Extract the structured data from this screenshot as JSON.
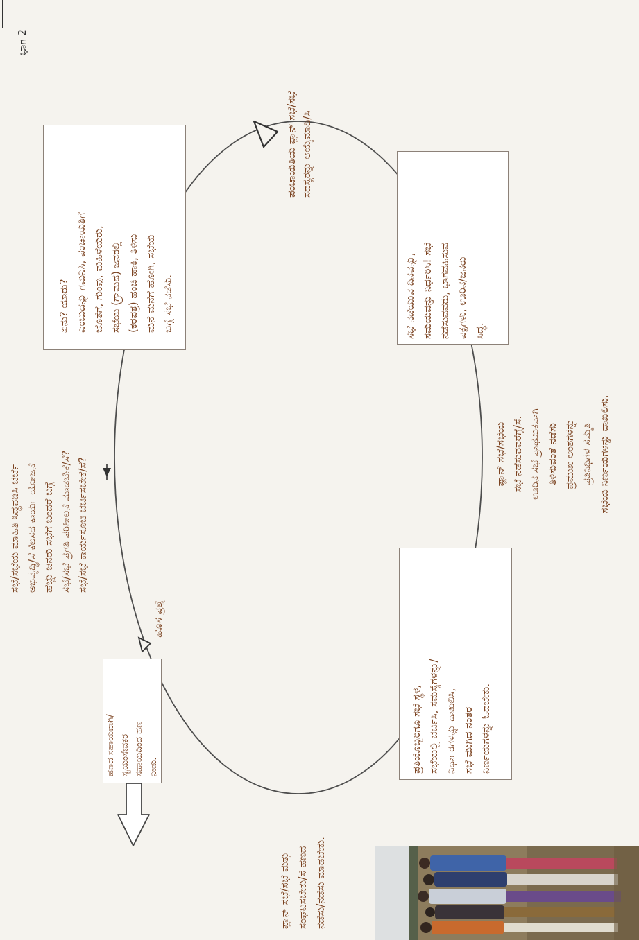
{
  "header": {
    "section": "ಭಾಗ 2"
  },
  "cycle": {
    "box_top_left": {
      "lines": [
        "ಏನು? ಯಾರು?",
        "ಎಂಬುದನ್ನು ಗಮನಿಸಿ, ಪಂಚಾಯತಿಗೆ",
        "ಜೊತೆಗೆ, ಗುಂಪು, ಮಹಿಳೆಯರು,",
        "ಸಭೆಯ (ಗ್ರಾಮದ) ಜನರಲ್ಲಿ",
        "(ಕರಪತ್ರ) ಹಂಚಿ ಹಾಕಿ, ತಿಳಿಸು",
        "ಮನೆ ಮನೆಗೆ ಹೋಗಿ, ಸಭೆಯ",
        "ಬಗ್ಗೆ ಸಭೆ ನಡೆಸು."
      ]
    },
    "box_top_right": {
      "lines": [
        "ಸಭೆ ನಡೆಯುವ ದಿನವನ್ನು,",
        "ಸಮಯವನ್ನು ನಿರ್ಧರಿಸಿ! ಸಭೆ",
        "ನಡೆಸುವವರು, ಭಾಗವಹಿಸುವ",
        "ಪಕ್ಷಗಳು, ಊರಿನ/ಜನರು",
        "ಸಿದ್ಧ."
      ]
    },
    "box_bottom_right": {
      "lines": [
        "ಪ್ರತಿಯೊಬ್ಬರಿಗೂ ಸಭೆ ಸ್ಥಳ,",
        "ಸಭೆಯಲ್ಲಿ ಚರ್ಚಿಸಿ, ಸಮಸ್ಯೆಗಳನ್ನು/",
        "ನಿರ್ಧಾರಗಳನ್ನು ದಾಖಲಿಸಿ,",
        "ಸಭೆ ಮುಗಿದ ನಂತರ",
        "ನಿರ್ಣಯಗಳನ್ನು ಓದಬೇಕು."
      ]
    },
    "box_bottom_left": {
      "lines": [
        "ಹಣದ ಸಹಾಯವಾಗಿ/",
        "ಸ್ವಯಂಸೇವಕರ",
        "ಸಹಾಯದಿಂದ ಹಣ",
        "ನೀಡು."
      ]
    }
  },
  "labels": {
    "top": [
      "ಪಂಚಾಯತಿಯ ಪ್ಲಾನ್ ಸಭೆ/ಸಭೆ",
      "ಸದಸ್ಯರನ್ನು ಆಯ್ಕೆಮಾಡಿ/ಸಿ"
    ],
    "right": [
      "ಪ್ಲಾನ್ ಸಭೆ/ಸಭೆಯ",
      "ಸಭೆ ನಡೆಸುವವರೆಗ್ಗೆ/ಸೆ.",
      "ಊರಿನ ಸಭೆ ಪ್ರಾಥಮಿಕವಾಗಿ",
      "ತಿಳಿಸುವಂತೆ ನಡೆಸು",
      "ಪ್ರಮುಖ ಅಂಶಗಳನ್ನು",
      "ಪ್ರತಿನಿಧಿಗಳ ಸಮ್ಮತಿ",
      "ಸಭೆಯ ನಿರ್ಣಯಗಳನ್ನು ದಾಖಲಿಸು."
    ],
    "bottom": [
      "ಪ್ಲಾನ್ ಸಭೆ/ಸಭೆ ಮತ್ತು",
      "ಸಂಘಟಿಸಬೇಕು/ಸೆ ಹಣದ",
      "ನಡೆಸು/ನಡೆಸು ಮಾಡಬೇಕು."
    ],
    "left": [
      "ಸಭೆ/ಸಭೆಯ ಮಾಹಿತಿ ಸಿದ್ಧಪಡಿಸಿ ಚರ್ಚೆ",
      "ಅಭಿವೃದ್ಧಿ/ಸೆ ಕೆಲಸದ ಕಾರ್ಯ ಯೋಜನೆ",
      "ಹೆಚ್ಚು ಜನರು ಸಭೆಗೆ ಬಂದರೆ ಬಗ್ಗೆ",
      "ಸಭೆ/ಸಭೆ ಪ್ರಗತಿ ಪರಿಶೀಲನೆ ಮಾಡಬೇಕೆ/ಸೆ?",
      "ಸಭೆ/ಸಭೆ ಕಾರ್ಯಸೂಚಿ ಚರ್ಚಿಸಬೇಕೆ/ಸೆ?"
    ],
    "return": "ಹೊಸ ಪ್ರಶ್ನೆ"
  },
  "colors": {
    "paper": "#f5f3ee",
    "ink": "#7b4321",
    "line": "#4d4d4d",
    "box_border": "#8c8178",
    "box_fill": "#ffffff"
  }
}
